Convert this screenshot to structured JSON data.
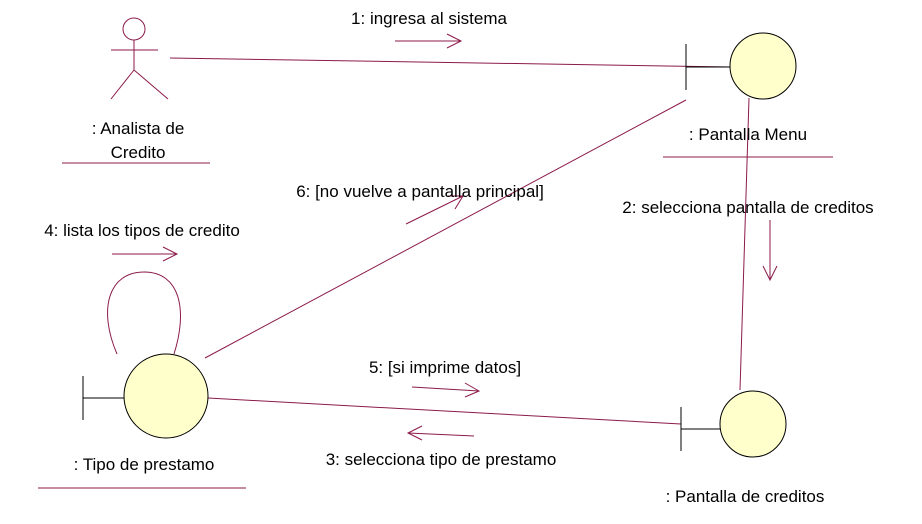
{
  "colors": {
    "line": "#8b1a4a",
    "node_fill": "#ffffcc",
    "node_stroke": "#000000",
    "text": "#000000"
  },
  "objects": {
    "actor_name_line1": ": Analista de",
    "actor_name_line2": "Credito",
    "pantalla_menu": ": Pantalla Menu",
    "pantalla_creditos": ": Pantalla de creditos",
    "tipo_prestamo": ": Tipo de prestamo"
  },
  "messages": {
    "m1": "1: ingresa al sistema",
    "m2": "2: selecciona pantalla de creditos",
    "m3": "3: selecciona tipo de prestamo",
    "m4": "4: lista los tipos de credito",
    "m5": "5: [si imprime datos]",
    "m6": "6: [no vuelve a pantalla principal]"
  }
}
